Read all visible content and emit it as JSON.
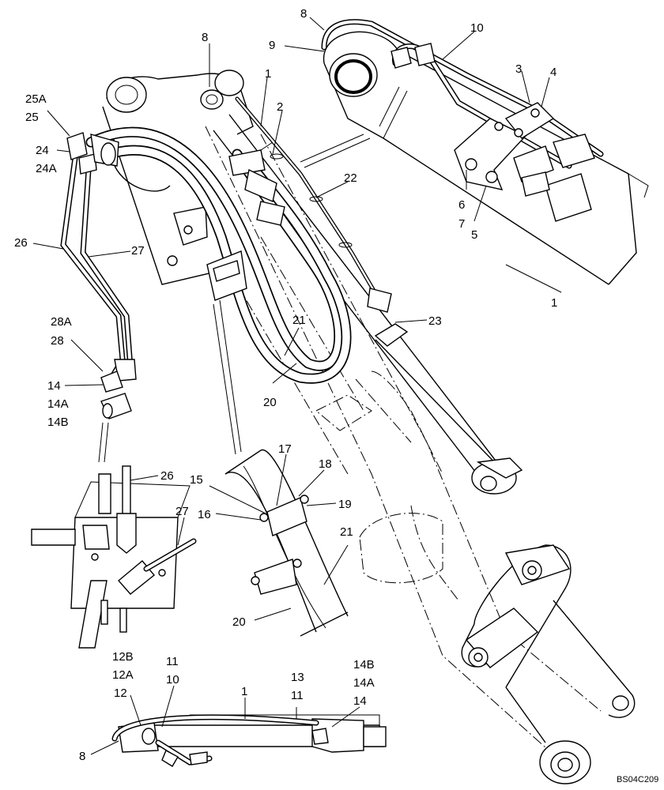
{
  "drawing_code": "BS04C209",
  "callouts": [
    {
      "id": "c1",
      "text": "8"
    },
    {
      "id": "c2",
      "text": "9"
    },
    {
      "id": "c3",
      "text": "10"
    },
    {
      "id": "c4",
      "text": "3"
    },
    {
      "id": "c5",
      "text": "4"
    },
    {
      "id": "c6",
      "text": "8"
    },
    {
      "id": "c7",
      "text": "1"
    },
    {
      "id": "c8",
      "text": "2"
    },
    {
      "id": "c9",
      "text": "25A"
    },
    {
      "id": "c10",
      "text": "25"
    },
    {
      "id": "c11",
      "text": "24"
    },
    {
      "id": "c12",
      "text": "24A"
    },
    {
      "id": "c13",
      "text": "22"
    },
    {
      "id": "c14",
      "text": "6"
    },
    {
      "id": "c15",
      "text": "7"
    },
    {
      "id": "c16",
      "text": "5"
    },
    {
      "id": "c17",
      "text": "26"
    },
    {
      "id": "c18",
      "text": "27"
    },
    {
      "id": "c19",
      "text": "1"
    },
    {
      "id": "c20",
      "text": "28A"
    },
    {
      "id": "c21",
      "text": "28"
    },
    {
      "id": "c22",
      "text": "21"
    },
    {
      "id": "c23",
      "text": "23"
    },
    {
      "id": "c24",
      "text": "14"
    },
    {
      "id": "c25",
      "text": "14A"
    },
    {
      "id": "c26",
      "text": "14B"
    },
    {
      "id": "c27",
      "text": "20"
    },
    {
      "id": "c28",
      "text": "17"
    },
    {
      "id": "c29",
      "text": "18"
    },
    {
      "id": "c30",
      "text": "26"
    },
    {
      "id": "c31",
      "text": "15"
    },
    {
      "id": "c32",
      "text": "19"
    },
    {
      "id": "c33",
      "text": "16"
    },
    {
      "id": "c34",
      "text": "27"
    },
    {
      "id": "c35",
      "text": "21"
    },
    {
      "id": "c36",
      "text": "20"
    },
    {
      "id": "c37",
      "text": "12B"
    },
    {
      "id": "c38",
      "text": "12A"
    },
    {
      "id": "c39",
      "text": "11"
    },
    {
      "id": "c40",
      "text": "10"
    },
    {
      "id": "c41",
      "text": "12"
    },
    {
      "id": "c42",
      "text": "1"
    },
    {
      "id": "c43",
      "text": "13"
    },
    {
      "id": "c44",
      "text": "11"
    },
    {
      "id": "c45",
      "text": "14B"
    },
    {
      "id": "c46",
      "text": "14A"
    },
    {
      "id": "c47",
      "text": "14"
    },
    {
      "id": "c48",
      "text": "8"
    }
  ]
}
